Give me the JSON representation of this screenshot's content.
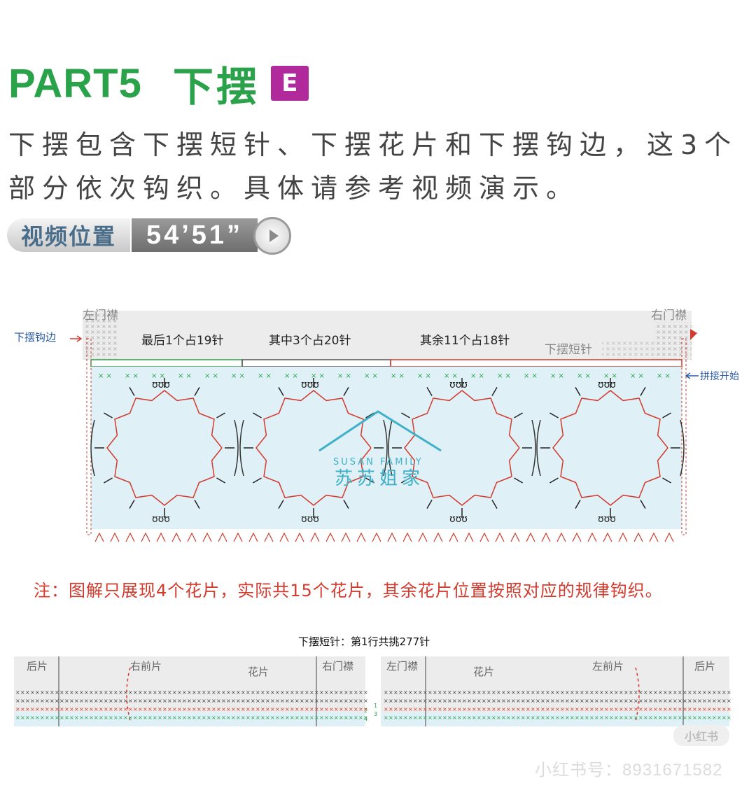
{
  "header": {
    "part": "PART5",
    "title": "下摆",
    "badge": "E"
  },
  "intro": {
    "text": "下摆包含下摆短针、下摆花片和下摆钩边，这3个部分依次钩织。具体请参考视频演示。"
  },
  "video": {
    "label": "视频位置",
    "time": "54’51”"
  },
  "main_diagram": {
    "left_placket": "左门襟",
    "right_placket": "右门襟",
    "edging_label": "下摆钩边",
    "section_last": "最后1个占19针",
    "section_middle": "其中3个占20针",
    "section_rest": "其余11个占18针",
    "sc_label": "下摆短针",
    "join_start": "拼接开始",
    "watermark_en": "SUSAN FAMILY",
    "watermark_cn": "苏苏姐家"
  },
  "note": {
    "text": "注：图解只展现4个花片，实际共15个花片，其余花片位置按照对应的规律钩织。"
  },
  "bottom_chart": {
    "title": "下摆短针：第1行共挑277针",
    "left_labels": [
      "后片",
      "右前片",
      "花片",
      "右门襟"
    ],
    "right_labels": [
      "左门襟",
      "花片",
      "左前片",
      "后片"
    ],
    "right_row_numbers": [
      "2",
      "4"
    ],
    "left_row_numbers": [
      "1",
      "3"
    ]
  },
  "watermark": {
    "app": "小红书",
    "id": "小红书号：8931671582"
  },
  "colors": {
    "green": "#2aa24a",
    "magenta": "#b02a9c",
    "red": "#d23b2e",
    "light_blue": "#dff0f6"
  }
}
